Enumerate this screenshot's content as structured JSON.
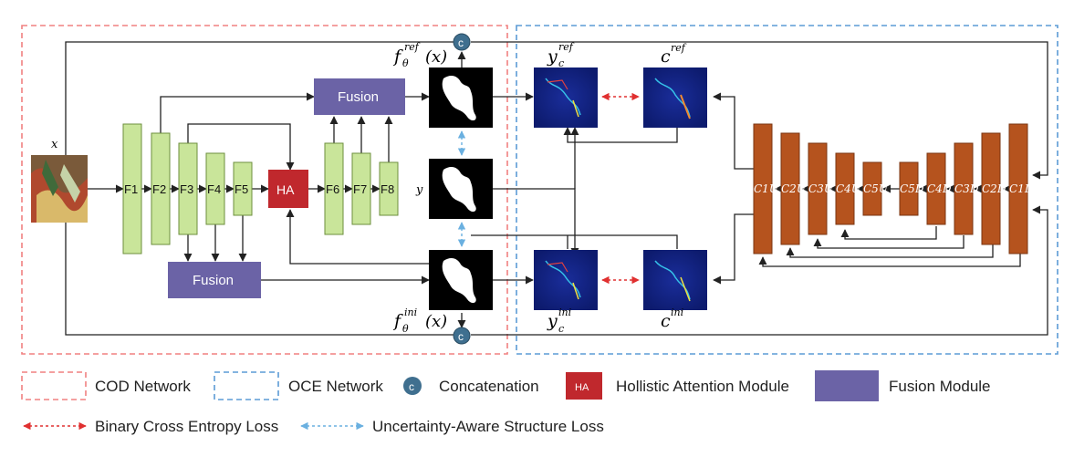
{
  "colors": {
    "cod_border": "#f08080",
    "oce_border": "#5b9bd5",
    "encoder_fill": "#c9e59a",
    "encoder_stroke": "#6d8f3e",
    "fusion_fill": "#6b63a6",
    "ha_fill": "#c0282d",
    "decoder_fill": "#b5531e",
    "concat_fill": "#3f6f8f",
    "bce_arrow": "#e03030",
    "ua_arrow": "#6ab0e0",
    "heatmap_bg": "#12207a"
  },
  "input_label": "x",
  "encoder_labels": [
    "F1",
    "F2",
    "F3",
    "F4",
    "F5"
  ],
  "decoder_feature_labels": [
    "F6",
    "F7",
    "F8"
  ],
  "ha_label": "HA",
  "fusion_top_label": "Fusion",
  "fusion_bottom_label": "Fusion",
  "concat_symbol": "c",
  "mask_labels": {
    "ref": {
      "main": "f",
      "sub": "θ",
      "sup": "ref",
      "arg": "(x)"
    },
    "gt": "y",
    "ini": {
      "main": "f",
      "sub": "θ",
      "sup": "ini",
      "arg": "(x)"
    }
  },
  "oce_labels": {
    "y_ref": {
      "main": "y",
      "sub": "c",
      "sup": "ref"
    },
    "c_ref": {
      "main": "c",
      "sup": "ref"
    },
    "y_ini": {
      "main": "y",
      "sub": "c",
      "sup": "ini"
    },
    "c_ini": {
      "main": "c",
      "sup": "ini"
    }
  },
  "oce_decoder_labels": [
    "C1U",
    "C2U",
    "C3U",
    "C4U",
    "C5U",
    "C5D",
    "C4D",
    "C3D",
    "C2D",
    "C1D"
  ],
  "legend": {
    "cod_network": "COD Network",
    "oce_network": "OCE Network",
    "concatenation": "Concatenation",
    "ha_icon": "HA",
    "holistic": "Hollistic Attention Module",
    "fusion_module": "Fusion Module",
    "bce_loss": "Binary Cross Entropy Loss",
    "ua_loss": "Uncertainty-Aware Structure Loss"
  }
}
